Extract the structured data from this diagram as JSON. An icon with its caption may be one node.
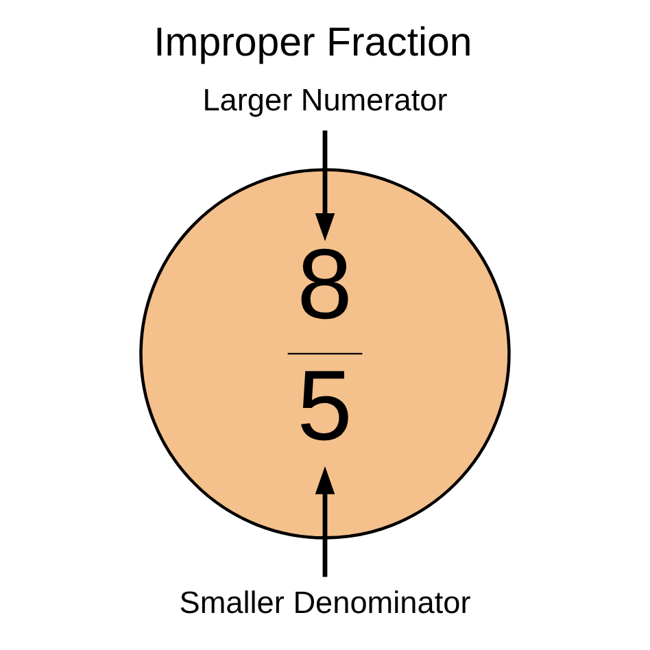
{
  "diagram": {
    "title": "Improper Fraction",
    "nodes": [
      {
        "text": [
          "8",
          "5"
        ]
      },
      {
        "text": [
          "Larger Numerator"
        ]
      },
      {
        "text": [
          "Smaller Denominator"
        ]
      }
    ],
    "edges": [
      {
        "from": 1,
        "to": 0,
        "arrow": "to"
      },
      {
        "from": 2,
        "to": 0,
        "arrow": "to"
      }
    ]
  }
}
